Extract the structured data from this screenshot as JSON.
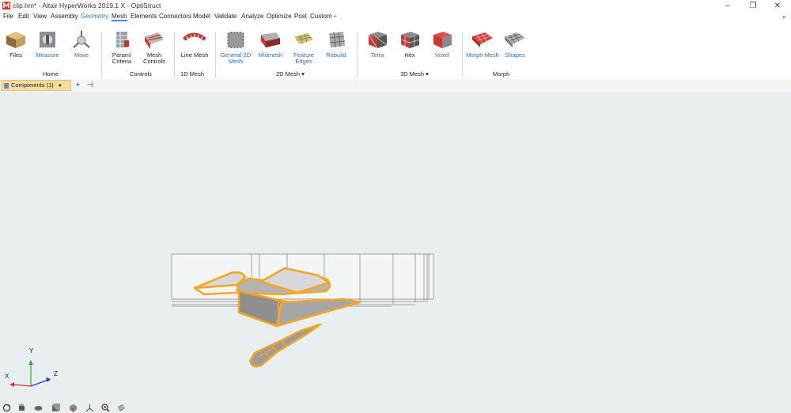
{
  "window": {
    "title": "clip.hm* - Altair HyperWorks 2019.1 X - OptiStruct"
  },
  "menu": [
    {
      "label": "File"
    },
    {
      "label": "Edit"
    },
    {
      "label": "View"
    },
    {
      "label": "Assembly"
    },
    {
      "label": "Geometry"
    },
    {
      "label": "Mesh"
    },
    {
      "label": "Elements"
    },
    {
      "label": "Connectors"
    },
    {
      "label": "Model"
    },
    {
      "label": "Validate"
    },
    {
      "label": "Analyze"
    },
    {
      "label": "Optimize"
    },
    {
      "label": "Post"
    },
    {
      "label": "Custom"
    },
    {
      "label": "+"
    }
  ],
  "ribbon": {
    "tools": {
      "files": "Files",
      "measure": "Measure",
      "move": "Move",
      "param_criteria": "Param/ Criteria",
      "mesh_controls": "Mesh Controls",
      "line_mesh": "Line Mesh",
      "general_2d_mesh": "General 2D Mesh",
      "midmesh": "Midmesh",
      "feature_edges": "Feature Edges",
      "rebuild": "Rebuild",
      "tetra": "Tetra",
      "hex": "Hex",
      "voxel": "Voxel",
      "morph_mesh": "Morph Mesh",
      "shapes": "Shapes"
    },
    "groups": {
      "home": "Home",
      "controls": "Controls",
      "mesh_1d": "1D Mesh",
      "mesh_2d": "2D Mesh ▾",
      "mesh_3d": "3D Mesh ▾",
      "morph": "Morph"
    }
  },
  "tabs": {
    "components": "Components (1)",
    "add": "+",
    "pin": "⊣"
  },
  "viewport": {
    "axis": {
      "x": "X",
      "y": "Y",
      "z": "Z"
    }
  },
  "colors": {
    "accent": "#3c8ed6",
    "highlight": "#f5a623",
    "ribbon_blue": "#2f6fb6",
    "tab": "#f6dca0"
  },
  "icons": [
    "files-icon",
    "measure-icon",
    "move-icon",
    "param-criteria-icon",
    "mesh-controls-icon",
    "line-mesh-icon",
    "general-2d-mesh-icon",
    "midmesh-icon",
    "feature-edges-icon",
    "rebuild-icon",
    "tetra-icon",
    "hex-icon",
    "voxel-icon",
    "morph-mesh-icon",
    "shapes-icon"
  ]
}
